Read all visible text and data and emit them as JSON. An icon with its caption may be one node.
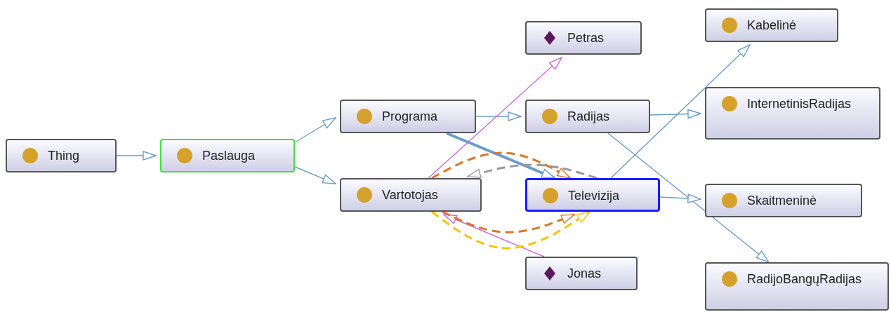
{
  "diagram": {
    "nodes": [
      {
        "text": [
          "Thing"
        ]
      },
      {
        "text": [
          "Paslauga"
        ]
      },
      {
        "text": [
          "Programa"
        ]
      },
      {
        "text": [
          "Vartotojas"
        ]
      },
      {
        "text": [
          "Petras"
        ]
      },
      {
        "text": [
          "Radijas"
        ]
      },
      {
        "text": [
          "Televizija"
        ]
      },
      {
        "text": [
          "Jonas"
        ]
      },
      {
        "text": [
          "Kabelinė"
        ]
      },
      {
        "text": [
          "InternetinisRadijas"
        ]
      },
      {
        "text": [
          "Skaitmeninė"
        ]
      },
      {
        "text": [
          "RadijoBangųRadijas"
        ]
      }
    ],
    "edges": [
      {
        "from": 0,
        "to": 1,
        "arrow": "to"
      },
      {
        "from": 1,
        "to": 2,
        "arrow": "to"
      },
      {
        "from": 1,
        "to": 3,
        "arrow": "to"
      },
      {
        "from": 2,
        "to": 5,
        "arrow": "to"
      },
      {
        "from": 2,
        "to": 6,
        "arrow": "to",
        "style": "thick"
      },
      {
        "from": 5,
        "to": 9,
        "arrow": "to"
      },
      {
        "from": 5,
        "to": 11,
        "arrow": "to"
      },
      {
        "from": 6,
        "to": 8,
        "arrow": "to"
      },
      {
        "from": 6,
        "to": 10,
        "arrow": "to"
      },
      {
        "from": 3,
        "to": 4,
        "arrow": "to",
        "color": "#cc66dd"
      },
      {
        "from": 7,
        "to": 3,
        "arrow": "to",
        "color": "#cc66dd"
      },
      {
        "from": 3,
        "to": 6,
        "arrow": "to",
        "style": "dashed",
        "color": "#d9772b"
      },
      {
        "from": 6,
        "to": 3,
        "arrow": "to",
        "style": "dashed",
        "color": "#999999"
      },
      {
        "from": 3,
        "to": 6,
        "arrow": "to",
        "style": "dashed",
        "color": "#d9772b"
      },
      {
        "from": 3,
        "to": 6,
        "arrow": "to",
        "style": "dashed",
        "color": "#f5c400"
      }
    ]
  }
}
